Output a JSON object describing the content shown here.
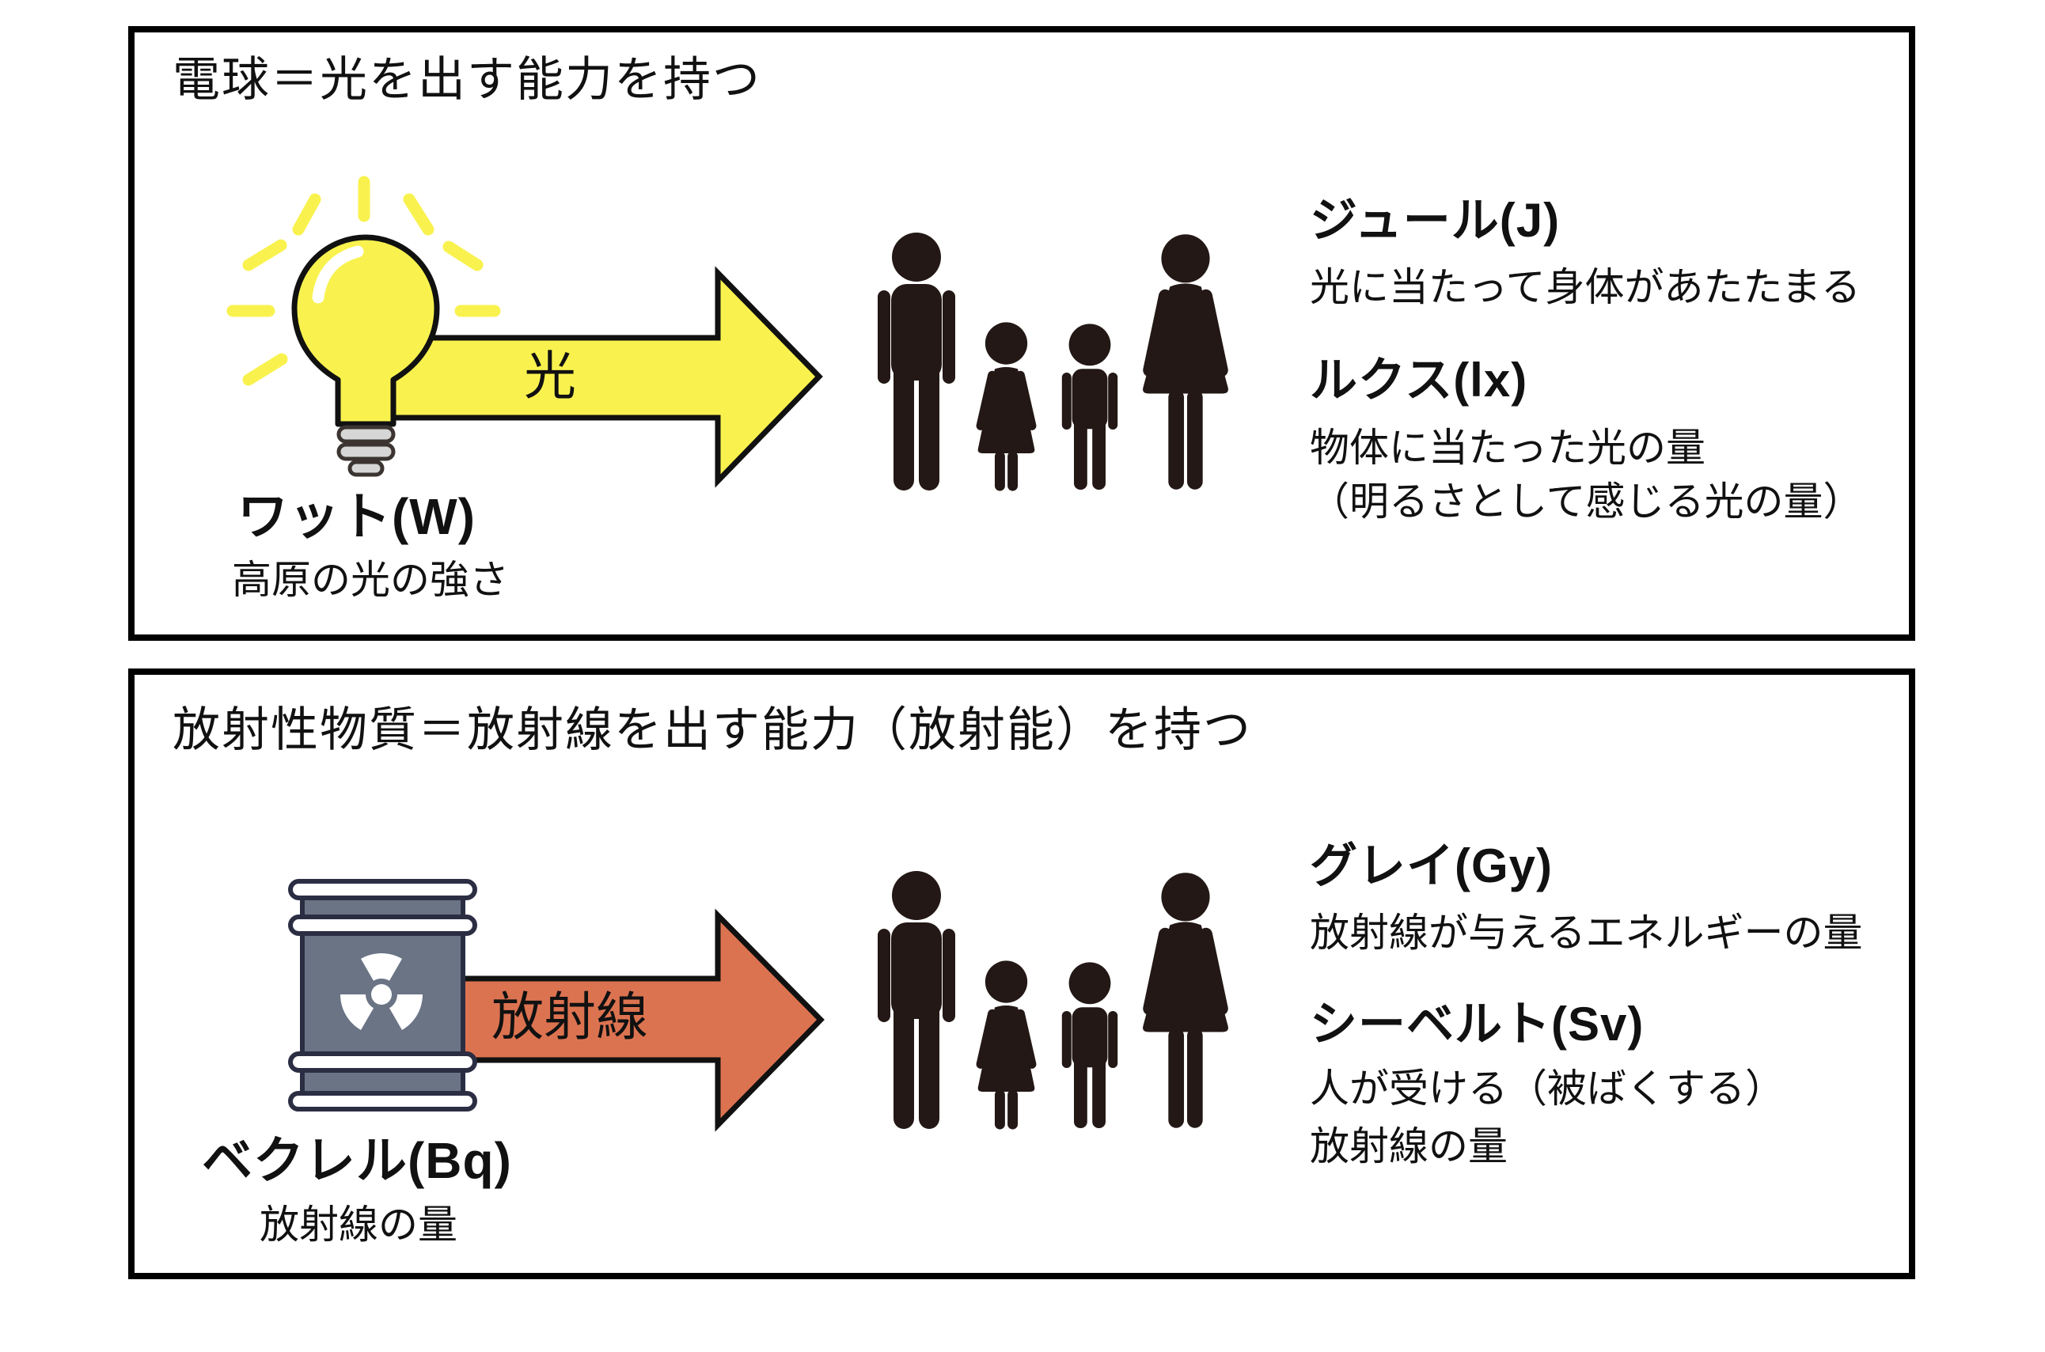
{
  "colors": {
    "background": "#ffffff",
    "panel_border": "#000000",
    "text": "#111111",
    "arrow_yellow": "#f9f24e",
    "arrow_orange": "#dc7350",
    "outline_black": "#111111",
    "bulb_yellow": "#f9f24e",
    "bulb_base_gray": "#d6d6d6",
    "bulb_base_outline": "#3b3430",
    "barrel_gray": "#6a7485",
    "barrel_outline": "#2b2e43",
    "band_white": "#ffffff",
    "person_dark": "#231815"
  },
  "icons": {
    "light_bulb": "light-bulb-icon",
    "radioactive_barrel": "radioactive-barrel-icon",
    "light_arrow": "light-arrow-icon",
    "radiation_arrow": "radiation-arrow-icon",
    "radiation_trefoil": "radiation-trefoil-icon",
    "family": [
      "man-icon",
      "girl-icon",
      "boy-icon",
      "woman-icon"
    ]
  },
  "panel_light": {
    "title": "電球＝光を出す能力を持つ",
    "arrow_label": "光",
    "source": {
      "name": "ワット(W)",
      "desc": "高原の光の強さ"
    },
    "units": [
      {
        "name": "ジュール(J)",
        "line1": "光に当たって身体があたたまる",
        "line2": ""
      },
      {
        "name": "ルクス(lx)",
        "line1": "物体に当たった光の量",
        "line2": "（明るさとして感じる光の量）"
      }
    ]
  },
  "panel_radiation": {
    "title": "放射性物質＝放射線を出す能力（放射能）を持つ",
    "arrow_label": "放射線",
    "source": {
      "name": "ベクレル(Bq)",
      "desc": "放射線の量"
    },
    "units": [
      {
        "name": "グレイ(Gy)",
        "line1": "放射線が与えるエネルギーの量",
        "line2": ""
      },
      {
        "name": "シーベルト(Sv)",
        "line1": "人が受ける（被ばくする）",
        "line2": "放射線の量"
      }
    ]
  }
}
